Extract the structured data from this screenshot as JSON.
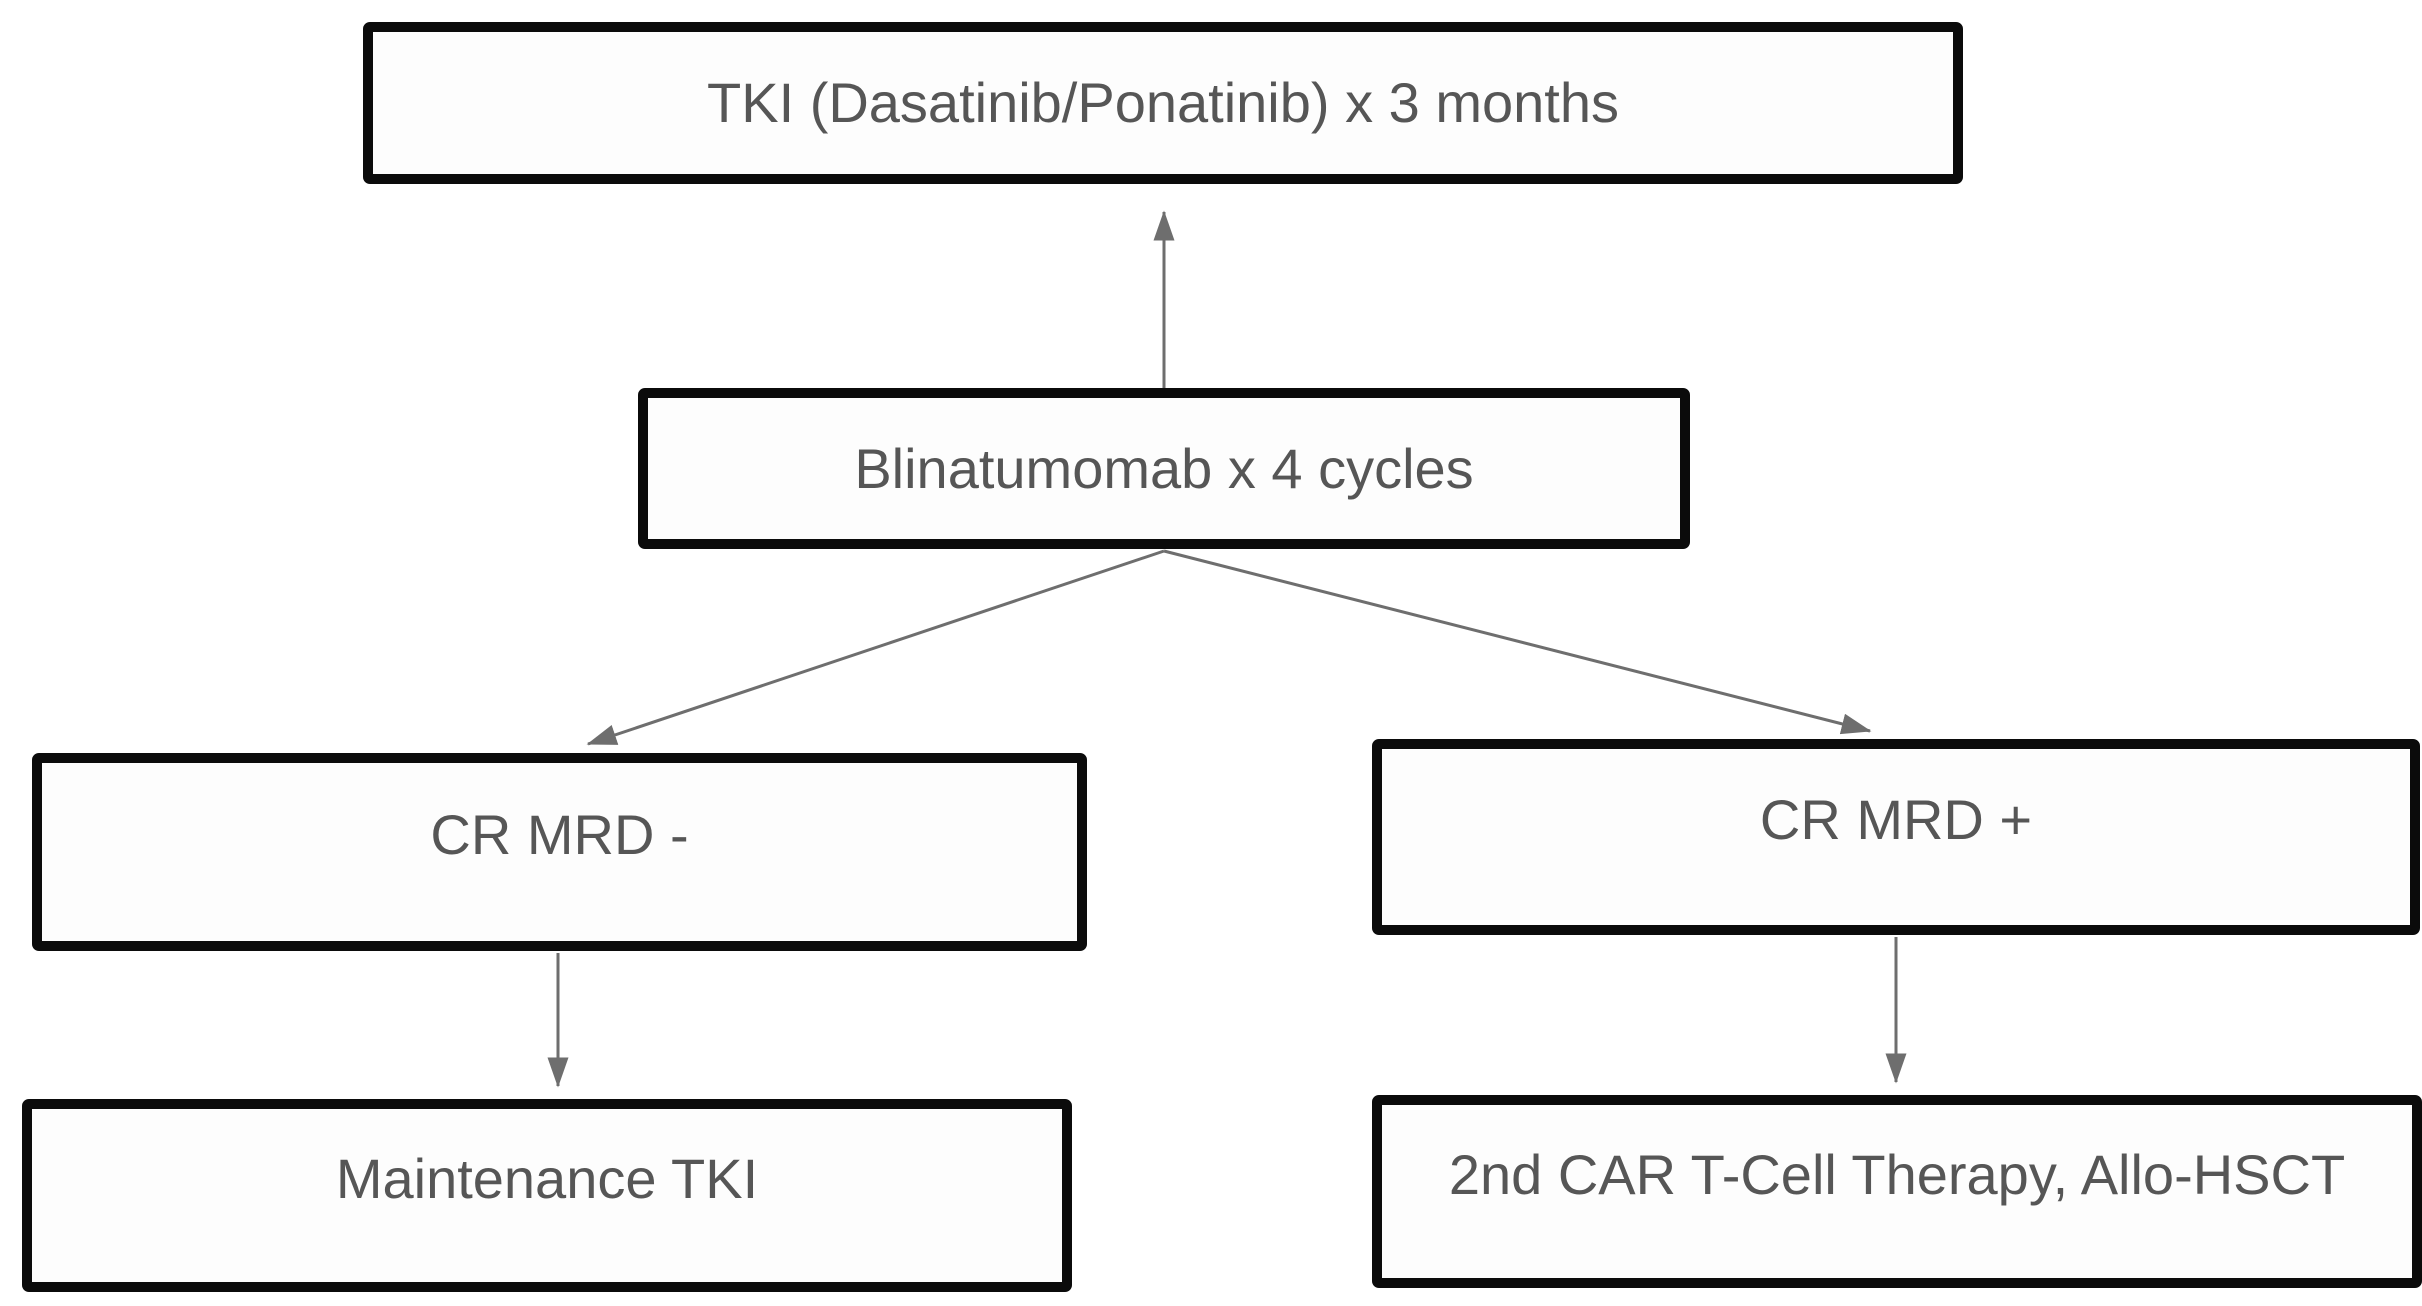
{
  "diagram": {
    "type": "flowchart",
    "colors": {
      "box_border": "#0b0b0b",
      "box_fill": "#fdfdfd",
      "text": "#565656",
      "arrow": "#6e6e6e",
      "background": "#ffffff"
    },
    "nodes": {
      "tki": {
        "label": "TKI (Dasatinib/Ponatinib) x 3 months"
      },
      "blinatumomab": {
        "label": "Blinatumomab x 4 cycles"
      },
      "cr_mrd_negative": {
        "label": "CR MRD -"
      },
      "cr_mrd_positive": {
        "label": "CR MRD +"
      },
      "maintenance_tki": {
        "label": "Maintenance TKI"
      },
      "second_car_t": {
        "label": "2nd CAR T-Cell Therapy, Allo-HSCT"
      }
    },
    "edges": [
      {
        "from": "blinatumomab",
        "to": "tki",
        "direction": "up"
      },
      {
        "from": "blinatumomab",
        "to": "cr_mrd_negative",
        "direction": "down-left"
      },
      {
        "from": "blinatumomab",
        "to": "cr_mrd_positive",
        "direction": "down-right"
      },
      {
        "from": "cr_mrd_negative",
        "to": "maintenance_tki",
        "direction": "down"
      },
      {
        "from": "cr_mrd_positive",
        "to": "second_car_t",
        "direction": "down"
      }
    ]
  }
}
